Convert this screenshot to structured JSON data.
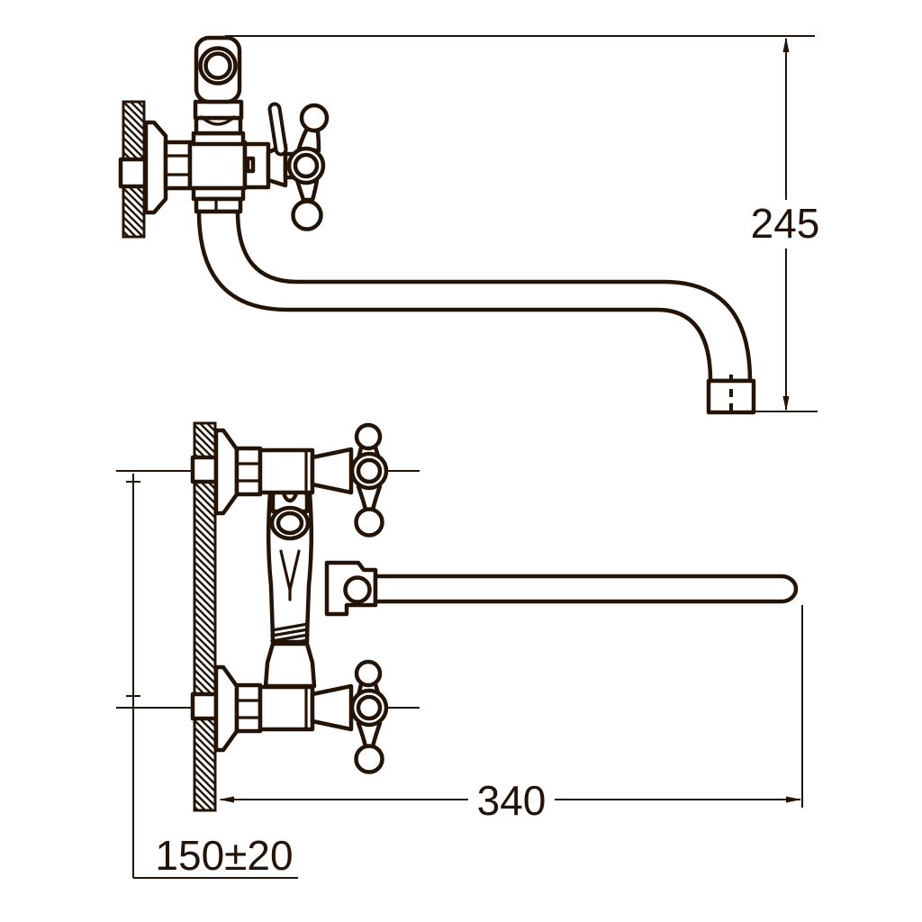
{
  "drawing": {
    "background": "#ffffff",
    "line_color": "#241408",
    "description": "Two-view technical dimension drawing of a wall-mounted bathtub faucet with cross handles, diverter and long swivel S-spout",
    "views": {
      "side_view": "upper drawing: faucet profile on wall with S-shaped spout dropping to aerator",
      "front_view": "lower drawing: faucet seen from front with two supply connections and straight swivel spout"
    },
    "dimensions": {
      "spout_drop_height": {
        "value": "245",
        "orientation": "vertical",
        "units_implied": "mm"
      },
      "spout_reach": {
        "value": "340",
        "orientation": "horizontal",
        "units_implied": "mm"
      },
      "supply_centers_spacing": {
        "value": "150±20",
        "orientation": "vertical",
        "units_implied": "mm"
      }
    }
  }
}
